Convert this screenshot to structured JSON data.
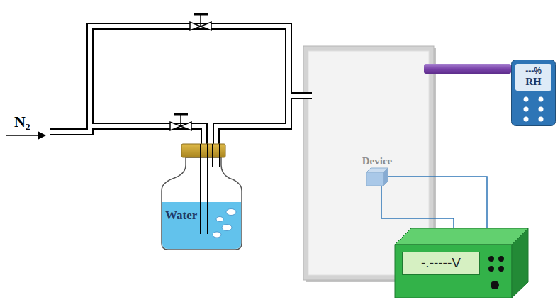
{
  "diagram": {
    "nodes": [
      {
        "text": [
          "Water"
        ]
      },
      {
        "text": [
          "Device"
        ]
      },
      {
        "text": [
          "---%",
          "RH"
        ]
      },
      {
        "text": [
          "-.-----V"
        ]
      }
    ],
    "edges": [
      {
        "from": 1,
        "to": 3,
        "arrow": "none"
      },
      {
        "from": 1,
        "to": 3,
        "arrow": "none"
      }
    ],
    "labels": [
      "N₂"
    ]
  }
}
